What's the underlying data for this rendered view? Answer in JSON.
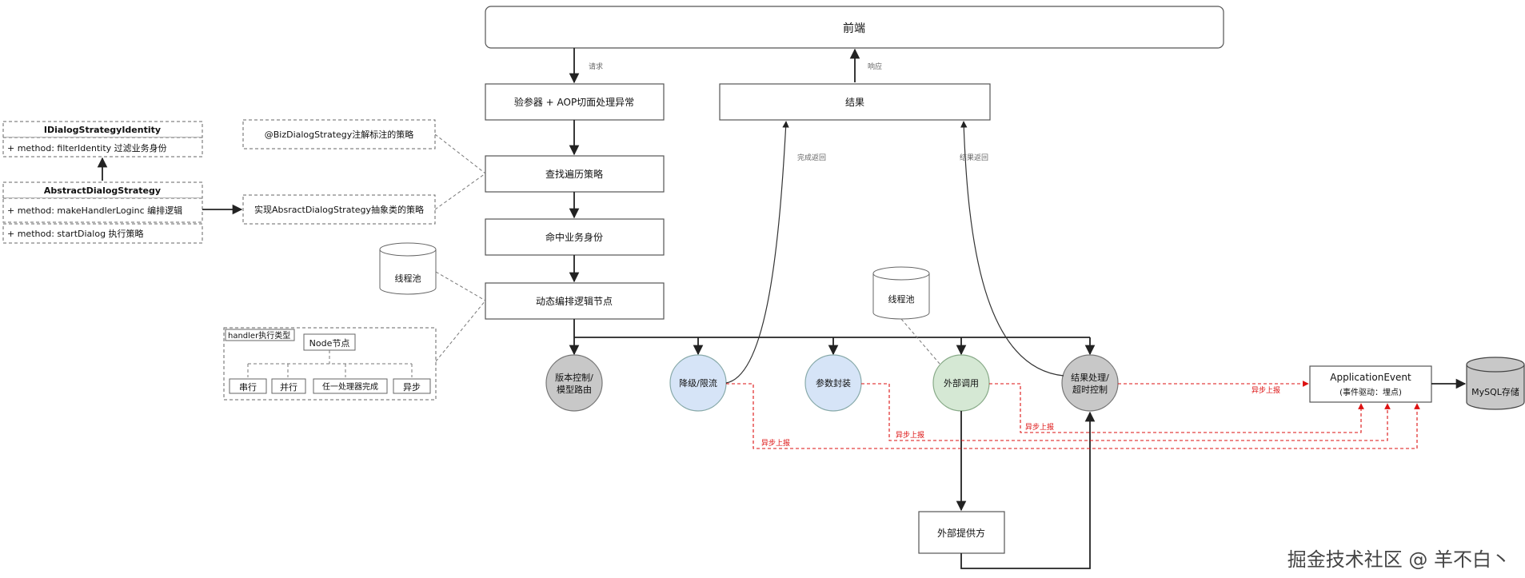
{
  "frontend": "前端",
  "edge_request": "请求",
  "edge_response": "响应",
  "edge_complete_return": "完成返回",
  "edge_result_return": "结果返回",
  "validate": "验参器 + AOP切面处理异常",
  "find_strategy": "查找遍历策略",
  "hit_identity": "命中业务身份",
  "dynamic_nodes": "动态编排逻辑节点",
  "result": "结果",
  "left": {
    "identity_title": "IDialogStrategyIdentity",
    "identity_method": "+ method: filterIdentity 过滤业务身份",
    "abstract_title": "AbstractDialogStrategy",
    "abstract_method1": "+ method: makeHandlerLoginc 编排逻辑",
    "abstract_method2": "+ method: startDialog  执行策略",
    "biz_annotation": "@BizDialogStrategy注解标注的策略",
    "impl_abstract": "实现AbsractDialogStrategy抽象类的策略",
    "thread_pool": "线程池",
    "handler_type": "handler执行类型",
    "node": "Node节点",
    "serial": "串行",
    "parallel": "并行",
    "any_done": "任一处理器完成",
    "async": "异步"
  },
  "nodes": {
    "version": "版本控制/模型路由",
    "degrade": "降级/限流",
    "params": "参数封装",
    "external": "外部调用",
    "result_proc": "结果处理/超时控制"
  },
  "thread_pool2": "线程池",
  "external_provider": "外部提供方",
  "app_event_title": "ApplicationEvent",
  "app_event_sub": "(事件驱动：埋点)",
  "mysql": "MySQL存储",
  "async_report": "异步上报",
  "watermark": "掘金技术社区 @ 羊不白丶",
  "colors": {
    "gray_circle": "#c8c8c8",
    "blue_circle": "#d6e4f7",
    "green_circle": "#d5e8d4",
    "async_red": "#dd1111"
  }
}
